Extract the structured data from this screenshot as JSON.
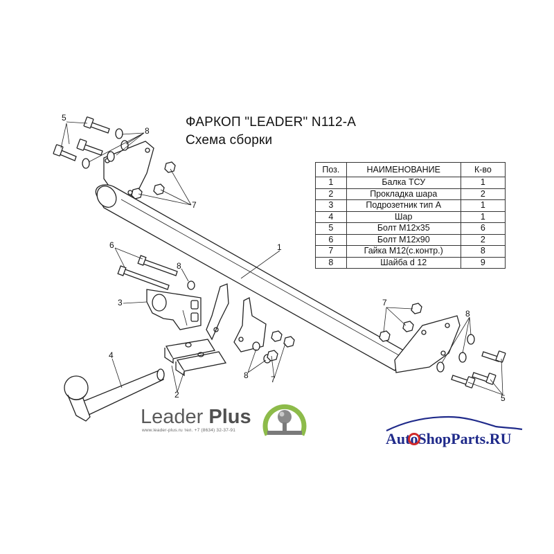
{
  "diagram": {
    "title": "ФАРКОП \"LEADER\" N112-A",
    "subtitle": "Схема сборки"
  },
  "parts_table": {
    "headers": [
      "Поз.",
      "НАИМЕНОВАНИЕ",
      "К-во"
    ],
    "rows": [
      {
        "pos": "1",
        "name": "Балка ТСУ",
        "qty": "1"
      },
      {
        "pos": "2",
        "name": "Прокладка шара",
        "qty": "2"
      },
      {
        "pos": "3",
        "name": "Подрозетник тип А",
        "qty": "1"
      },
      {
        "pos": "4",
        "name": "Шар",
        "qty": "1"
      },
      {
        "pos": "5",
        "name": "Болт М12х35",
        "qty": "6"
      },
      {
        "pos": "6",
        "name": "Болт М12х90",
        "qty": "2"
      },
      {
        "pos": "7",
        "name": "Гайка М12(с.контр.)",
        "qty": "8"
      },
      {
        "pos": "8",
        "name": "Шайба d 12",
        "qty": "9"
      }
    ]
  },
  "callouts": {
    "c5a": "5",
    "c8a": "8",
    "c7a": "7",
    "c1": "1",
    "c6": "6",
    "c8b": "8",
    "c3": "3",
    "c4": "4",
    "c2": "2",
    "c8c": "8",
    "c7b": "7",
    "c7c": "7",
    "c8d": "8",
    "c5b": "5"
  },
  "brand": {
    "name_light": "Leader ",
    "name_bold": "Plus",
    "contact": "www.leader-plus.ru   тел. +7 (8634) 32-37-91",
    "logo_icon": "towball-logo-icon",
    "logo_color": "#8dbb4a"
  },
  "watermark": {
    "text": "AutoShopParts.RU",
    "icon": "car-silhouette-icon",
    "color": "#1f2a8a",
    "accent": "#d22a2a"
  }
}
